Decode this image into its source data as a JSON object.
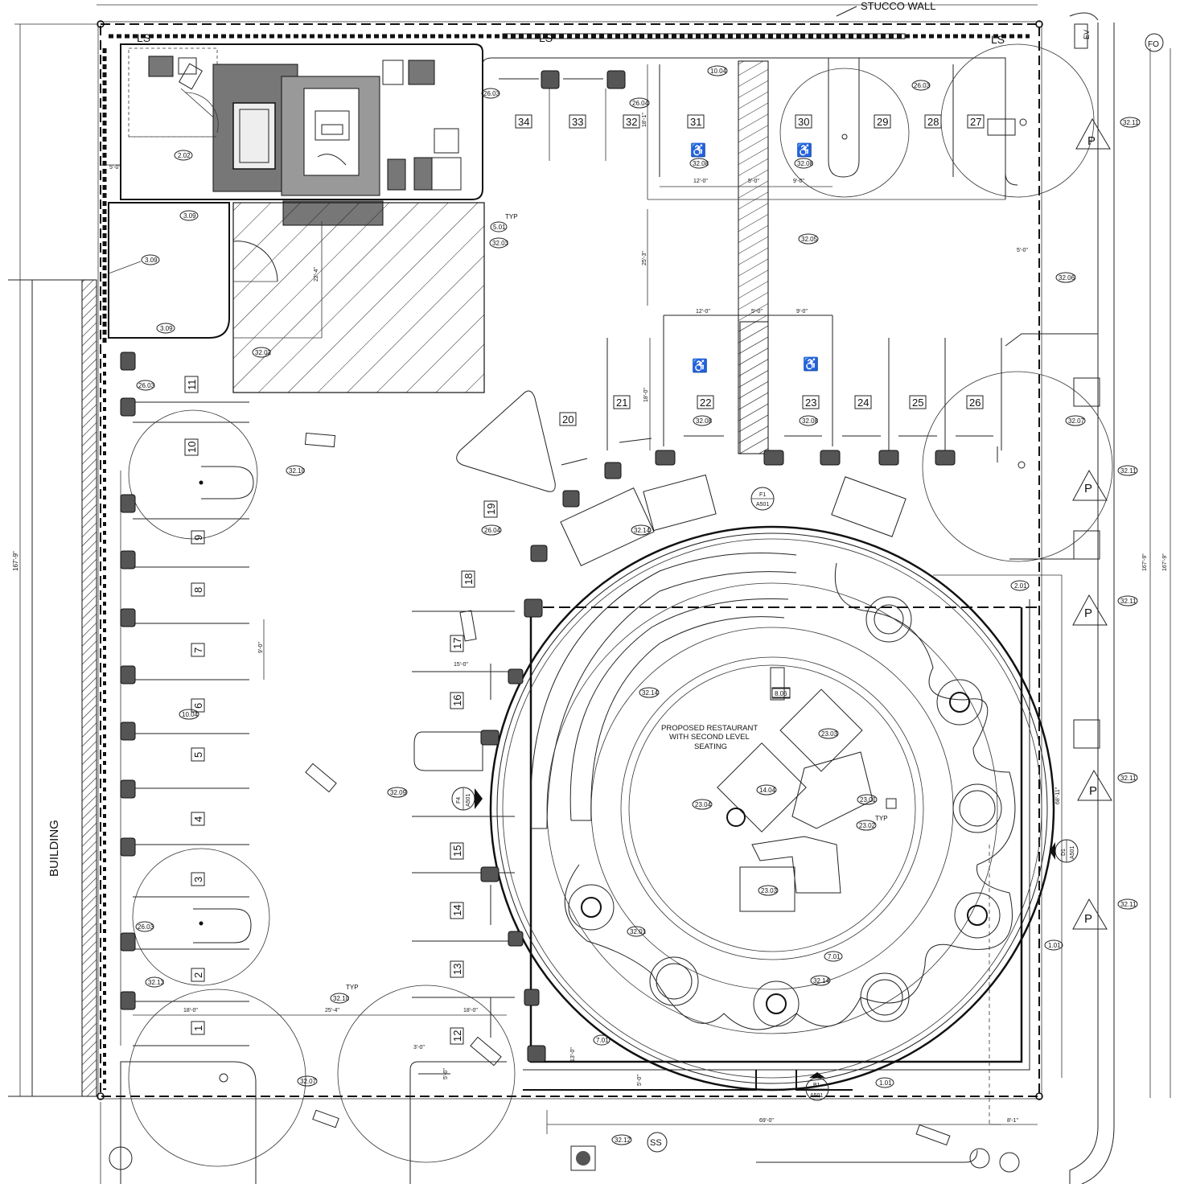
{
  "labels": {
    "street_wall": "STUCCO WALL",
    "landscape_left": "LS",
    "landscape_mid": "LS",
    "landscape_right": "LS",
    "fo": "FO",
    "ev": "EV",
    "building": "BUILDING",
    "restaurant_line1": "PROPOSED RESTAURANT",
    "restaurant_line2": "WITH SECOND LEVEL",
    "restaurant_line3": "SEATING",
    "ss": "SS",
    "typ": "TYP",
    "pickup": "P"
  },
  "stalls": [
    "1",
    "2",
    "3",
    "4",
    "5",
    "6",
    "7",
    "8",
    "9",
    "10",
    "11",
    "12",
    "13",
    "14",
    "15",
    "16",
    "17",
    "18",
    "19",
    "20",
    "21",
    "22",
    "23",
    "24",
    "25",
    "26",
    "27",
    "28",
    "29",
    "30",
    "31",
    "32",
    "33",
    "34"
  ],
  "dimensions": {
    "overall_left": "167'-9\"",
    "overall_right": "167'-9\"",
    "right_inner": "167'-9\"",
    "right_68": "68'-11\"",
    "bottom_69": "69'-0\"",
    "bottom_8": "8'-1\"",
    "stall_18a": "18'-0\"",
    "aisle_25": "25'-4\"",
    "stall_18b": "18'-0\"",
    "width_12a": "12'-0\"",
    "walk_5a": "5'-0\"",
    "width_9a": "9'-0\"",
    "width_12b": "12'-0\"",
    "walk_5b": "5'-0\"",
    "width_9b": "9'-0\"",
    "depth_18a": "18'-1\"",
    "depth_25": "25'-3\"",
    "depth_18b": "18'-0\"",
    "width_9c": "9'-0\"",
    "width_15": "15'-0\"",
    "depth_22": "22'-4\"",
    "gap_5a": "5'-0\"",
    "gap_5b": "5'-0\"",
    "gap_3": "3'-0\"",
    "gap_13": "13'-0\"",
    "gap_5c": "5'-0\"",
    "gap_5d": "5'-0\""
  },
  "sections": {
    "f1": "F1",
    "f1_sheet": "A501",
    "f4": "F4",
    "f4_sheet": "A501",
    "d1": "D1",
    "d1_sheet": "A501",
    "b1": "B1",
    "b1_sheet": "A501"
  },
  "tags": {
    "t2_02": "2.02",
    "t3_09a": "3.09",
    "t3_09b": "3.09",
    "t3_09c": "3.09",
    "t26_03a": "26.03",
    "t26_03b": "26.03",
    "t26_03c": "26.03",
    "t26_03d": "26.03",
    "t26_04a": "26.04",
    "t26_04b": "26.04",
    "t10_04a": "10.04",
    "t10_04b": "10.04",
    "t5_01": "5.01",
    "t32_03": "32.03",
    "t32_02": "32.02",
    "t32_08a": "32.08",
    "t32_08b": "32.08",
    "t32_08c": "32.08",
    "t32_08d": "32.08",
    "t32_05": "32.05",
    "t32_06": "32.06",
    "t32_07a": "32.07",
    "t32_07b": "32.07",
    "t32_11a": "32.11",
    "t32_11b": "32.11",
    "t32_11c": "32.11",
    "t32_11d": "32.11",
    "t32_11e": "32.11",
    "t32_10a": "32.10",
    "t32_10b": "32.10",
    "t32_14a": "32.14",
    "t32_14b": "32.14",
    "t32_14c": "32.14",
    "t32_09": "32.09",
    "t32_13": "32.13",
    "t32_12": "32.12",
    "t32_01": "32.01",
    "t2_01": "2.01",
    "t8_06": "8.06",
    "t23_03a": "23.03",
    "t23_03b": "23.03",
    "t14_04": "14.04",
    "t23_04": "23.04",
    "t23_01": "23.01",
    "t23_02": "23.02",
    "t7_01a": "7.01",
    "t7_01b": "7.01",
    "t1_01a": "1.01",
    "t1_01b": "1.01"
  }
}
